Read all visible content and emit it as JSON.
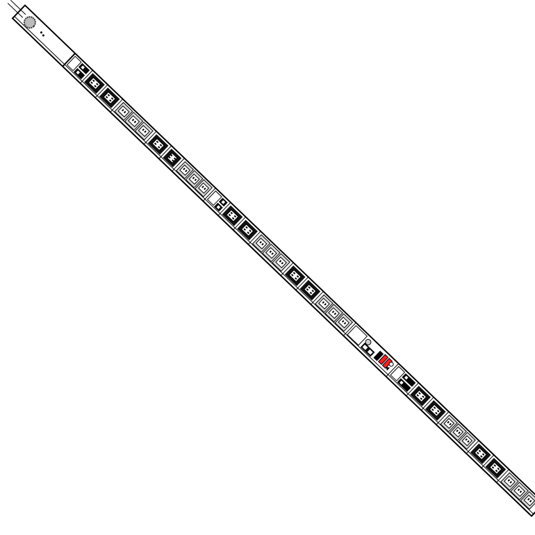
{
  "product": {
    "type": "vertical rack PDU",
    "colors": {
      "outline": "#000000",
      "body": "#ffffff",
      "c19_face": "#111111",
      "c13_face": "#d8d8d8",
      "display_led": "#ff2020"
    },
    "modules": [
      "power-cord",
      "blank-panel",
      "breaker",
      "c19",
      "c19",
      "c13-bank",
      "c19",
      "c19",
      "c13-bank",
      "breaker",
      "c19",
      "c19",
      "c13-bank",
      "c19",
      "c19",
      "c13-bank",
      "display-module",
      "breaker",
      "c19",
      "c19",
      "c13-bank",
      "c19",
      "c19",
      "c13-bank"
    ]
  }
}
